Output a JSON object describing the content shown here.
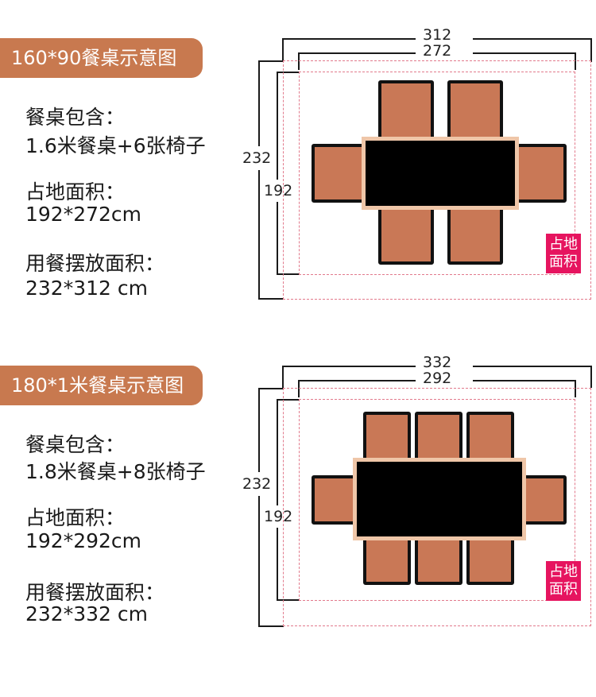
{
  "sections": [
    {
      "title": "160*90餐桌示意图",
      "includes_label": "餐桌包含：",
      "includes_value": "1.6米餐桌+6张椅子",
      "floor_area_label": "占地面积：",
      "floor_area_value": "192*272cm",
      "dining_area_label": "用餐摆放面积：",
      "dining_area_value": "232*312 cm",
      "outer_width": "312",
      "inner_width": "272",
      "outer_height": "232",
      "inner_height": "192",
      "badge": "占地面积",
      "chairs": 6
    },
    {
      "title": "180*1米餐桌示意图",
      "includes_label": "餐桌包含：",
      "includes_value": "1.8米餐桌+8张椅子",
      "floor_area_label": "占地面积：",
      "floor_area_value": "192*292cm",
      "dining_area_label": "用餐摆放面积：",
      "dining_area_value": "232*332 cm",
      "outer_width": "332",
      "inner_width": "292",
      "outer_height": "232",
      "inner_height": "192",
      "badge": "占地面积",
      "chairs": 8
    }
  ],
  "colors": {
    "title_bg": "#c8794f",
    "chair": "#c97856",
    "table": "#000000",
    "table_border": "#efc6a8",
    "badge": "#e6145f",
    "dotted_outline": "#e27a8c"
  }
}
